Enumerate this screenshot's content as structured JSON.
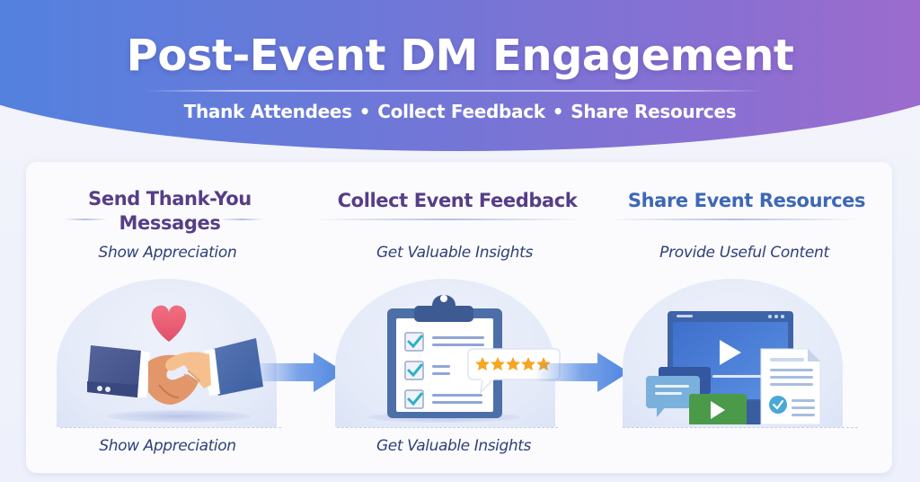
{
  "header": {
    "title": "Post-Event DM Engagement",
    "subtitle_items": [
      "Thank Attendees",
      "Collect Feedback",
      "Share Resources"
    ],
    "separator": "•",
    "gradient_colors": [
      "#4f83e0",
      "#8a6fd2",
      "#a26acb"
    ]
  },
  "steps": [
    {
      "title_line1": "Send Thank-You",
      "title_line2": "Messages",
      "subtitle": "Show Appreciation",
      "footer": "Show Appreciation",
      "icon": "handshake-heart-icon",
      "title_color": "#563e86"
    },
    {
      "title": "Collect Event Feedback",
      "subtitle": "Get Valuable Insights",
      "footer": "Get Valuable Insights",
      "icon": "clipboard-checklist-rating-icon",
      "rating_stars": 5,
      "title_color": "#563e86"
    },
    {
      "title": "Share Event Resources",
      "subtitle": "Provide Useful Content",
      "footer": "",
      "icon": "video-document-resources-icon",
      "title_color": "#3e68b6"
    }
  ],
  "arrows": [
    {
      "from": 1,
      "to": 2,
      "icon": "arrow-right-icon"
    },
    {
      "from": 2,
      "to": 3,
      "icon": "arrow-right-icon"
    }
  ],
  "colors": {
    "accent_blue": "#4f86e0",
    "purple_title": "#563e86",
    "blue_title": "#3e68b6",
    "text_navy": "#2f4078",
    "heart": "#e8586e",
    "star": "#f5a623",
    "check": "#2eb0c8",
    "video_green": "#4a9a4a"
  }
}
